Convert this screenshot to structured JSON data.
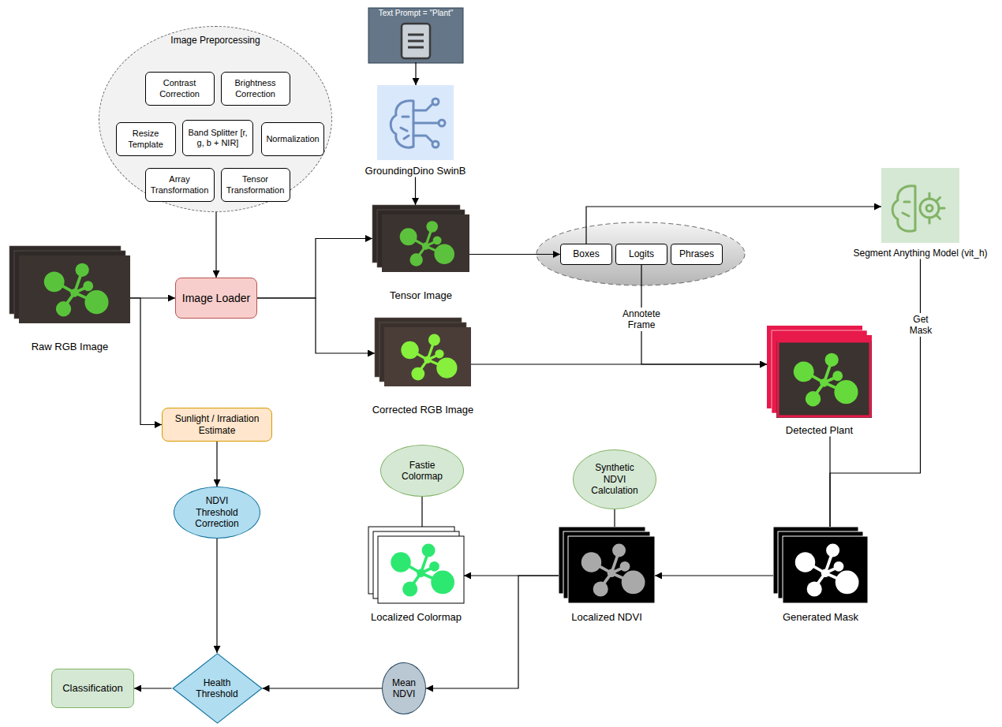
{
  "diagram": {
    "nodes": [
      {
        "text": [
          "Image Preporcessing"
        ]
      },
      {
        "text": [
          "Contrast Correction"
        ],
        "in": 0
      },
      {
        "text": [
          "Brightness Correction"
        ],
        "in": 0
      },
      {
        "text": [
          "Resize Template"
        ],
        "in": 0
      },
      {
        "text": [
          "Band Splitter [r, g, b + NIR]"
        ],
        "in": 0
      },
      {
        "text": [
          "Normalization"
        ],
        "in": 0
      },
      {
        "text": [
          "Array Transformation"
        ],
        "in": 0
      },
      {
        "text": [
          "Tensor Transformation"
        ],
        "in": 0
      },
      {
        "text": [
          "Text Prompt = \"Plant\""
        ]
      },
      {
        "text": [
          "GroundingDino SwinB"
        ]
      },
      {
        "text": [
          "Raw RGB Image"
        ]
      },
      {
        "text": [
          "Image Loader"
        ]
      },
      {
        "text": [
          "Tensor Image"
        ]
      },
      {
        "text": [
          "Boxes"
        ]
      },
      {
        "text": [
          "Logits"
        ]
      },
      {
        "text": [
          "Phrases"
        ]
      },
      {
        "text": [
          "Segment Anything Model (vit_h)"
        ]
      },
      {
        "text": [
          "Corrected RGB Image"
        ]
      },
      {
        "text": [
          "Detected Plant"
        ]
      },
      {
        "text": [
          "Sunlight / Irradiation Estimate"
        ]
      },
      {
        "text": [
          "Fastie Colormap"
        ]
      },
      {
        "text": [
          "Synthetic NDVI Calculation"
        ]
      },
      {
        "text": [
          "NDVI Threshold Correction"
        ]
      },
      {
        "text": [
          "Localized Colormap"
        ]
      },
      {
        "text": [
          "Localized NDVI"
        ]
      },
      {
        "text": [
          "Generated Mask"
        ]
      },
      {
        "text": [
          "Classification"
        ]
      },
      {
        "text": [
          "Health Threshold"
        ]
      },
      {
        "text": [
          "Mean NDVI"
        ]
      }
    ],
    "edges": [
      {
        "from": 0,
        "to": 11,
        "arrow": "to"
      },
      {
        "from": 8,
        "to": 9,
        "arrow": "to"
      },
      {
        "from": 9,
        "to": 12,
        "arrow": "to"
      },
      {
        "from": 10,
        "to": 11,
        "arrow": "to"
      },
      {
        "from": 10,
        "to": 19,
        "arrow": "to"
      },
      {
        "from": 11,
        "to": 12,
        "arrow": "to"
      },
      {
        "from": 11,
        "to": 17,
        "arrow": "to"
      },
      {
        "from": 12,
        "to": 13,
        "arrow": "to"
      },
      {
        "from": 13,
        "to": 16,
        "arrow": "to"
      },
      {
        "from": 14,
        "to": 18,
        "arrow": "to",
        "label": "Annotete Frame"
      },
      {
        "from": 17,
        "to": 18,
        "arrow": "to"
      },
      {
        "from": 16,
        "to": 25,
        "arrow": "none",
        "label": "Get Mask"
      },
      {
        "from": 18,
        "to": 25,
        "arrow": "none"
      },
      {
        "from": 25,
        "to": 24,
        "arrow": "to"
      },
      {
        "from": 24,
        "to": 23,
        "arrow": "to"
      },
      {
        "from": 24,
        "to": 28,
        "arrow": "to"
      },
      {
        "from": 21,
        "to": 24,
        "arrow": "none"
      },
      {
        "from": 20,
        "to": 23,
        "arrow": "none"
      },
      {
        "from": 19,
        "to": 22,
        "arrow": "to"
      },
      {
        "from": 22,
        "to": 27,
        "arrow": "to"
      },
      {
        "from": 28,
        "to": 27,
        "arrow": "to"
      },
      {
        "from": 27,
        "to": 26,
        "arrow": "to"
      }
    ]
  }
}
